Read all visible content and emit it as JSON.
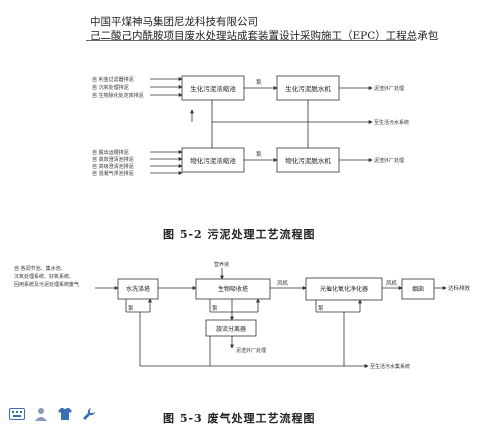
{
  "header": {
    "company": "中国平煤神马集团尼龙科技有限公司",
    "project": "己二酸己内酰胺项目废水处理站成套装置设计采购施工（EPC）工程总承包"
  },
  "fig1": {
    "caption": "图 5-2   污泥处理工艺流程图",
    "inputs_top": [
      "自 利金过滤器排泥",
      "自 沉氧处理排泥",
      "自 生物除化处定床排泥"
    ],
    "inputs_bottom": [
      "自 脱出运槽排泥",
      "自 高效澄清池排泥",
      "自 高级澄清池排泥",
      "自 混凝气浮池排泥"
    ],
    "box_thicken_bio": "生化污泥浓缩池",
    "box_dewater_bio": "生化污泥脱水机",
    "box_thicken_chem": "物化污泥浓缩池",
    "box_dewater_chem": "物化污泥脱水机",
    "pump_label_1": "泵",
    "pump_label_2": "泵",
    "out_top": "泥渣外厂处理",
    "out_bottom": "泥渣外厂处理",
    "out_middle": "至生活污水系统"
  },
  "fig2": {
    "caption": "图 5-3   废气处理工艺流程图",
    "inputs": "自 各调节池、集水池、沉氧处理系统、好氧系统、回用系统及污泥处理系统废气",
    "box_wash": "水洗涤塔",
    "box_bio": "生物吸收塔",
    "box_photo": "光催化氧化净化器",
    "box_stack": "烟囱",
    "box_sep": "旋流分离器",
    "fan_1": "风机",
    "fan_2": "风机",
    "pump_1": "泵",
    "pump_2": "泵",
    "pump_3": "泵",
    "top_in": "营养液",
    "out_emission": "达标排放",
    "out_sludge": "泥渣外厂处理",
    "out_wastewater": "至生活污水集系统"
  },
  "toolbar": {
    "icons": [
      "keyboard-icon",
      "user-icon",
      "shirt-icon",
      "wrench-icon"
    ]
  }
}
